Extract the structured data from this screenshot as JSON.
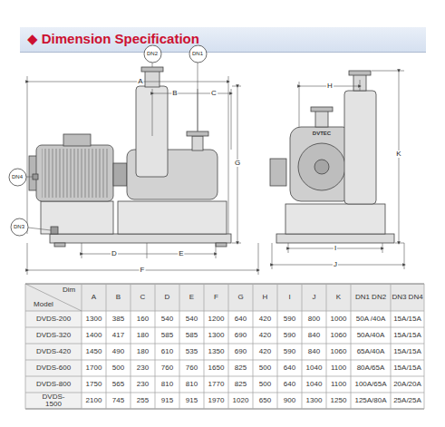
{
  "diagram": {
    "title": "◆ Dimension Specification",
    "nodes": [
      {
        "text": [
          "DN2"
        ]
      },
      {
        "text": [
          "DN1"
        ]
      },
      {
        "text": [
          "DN4"
        ]
      },
      {
        "text": [
          "DN3"
        ]
      }
    ],
    "labels": [
      "A",
      "B",
      "C",
      "D",
      "E",
      "F",
      "G",
      "H",
      "I",
      "J",
      "K",
      "DVTEC",
      "Dim",
      "Model",
      "A",
      "B",
      "C",
      "D",
      "E",
      "F",
      "G",
      "H",
      "I",
      "J",
      "K",
      "DN1 DN2",
      "DN3 DN4",
      "DVDS-200",
      "1300",
      "385",
      "160",
      "540",
      "540",
      "1200",
      "640",
      "420",
      "590",
      "800",
      "1000",
      "50A /40A",
      "15A/15A",
      "DVDS-320",
      "1400",
      "417",
      "180",
      "585",
      "585",
      "1300",
      "690",
      "420",
      "590",
      "840",
      "1060",
      "50A/40A",
      "15A/15A",
      "DVDS-420",
      "1450",
      "490",
      "180",
      "610",
      "535",
      "1350",
      "690",
      "420",
      "590",
      "840",
      "1060",
      "65A/40A",
      "15A/15A",
      "DVDS-600",
      "1700",
      "500",
      "230",
      "760",
      "760",
      "1650",
      "825",
      "500",
      "640",
      "1040",
      "1100",
      "80A/65A",
      "15A/15A",
      "DVDS-800",
      "1750",
      "565",
      "230",
      "810",
      "810",
      "1770",
      "825",
      "500",
      "640",
      "1040",
      "1100",
      "100A/65A",
      "20A/20A",
      "DVDS-1500",
      "2100",
      "745",
      "255",
      "915",
      "915",
      "1970",
      "1020",
      "650",
      "900",
      "1300",
      "1250",
      "125A/80A",
      "25A/25A"
    ]
  }
}
